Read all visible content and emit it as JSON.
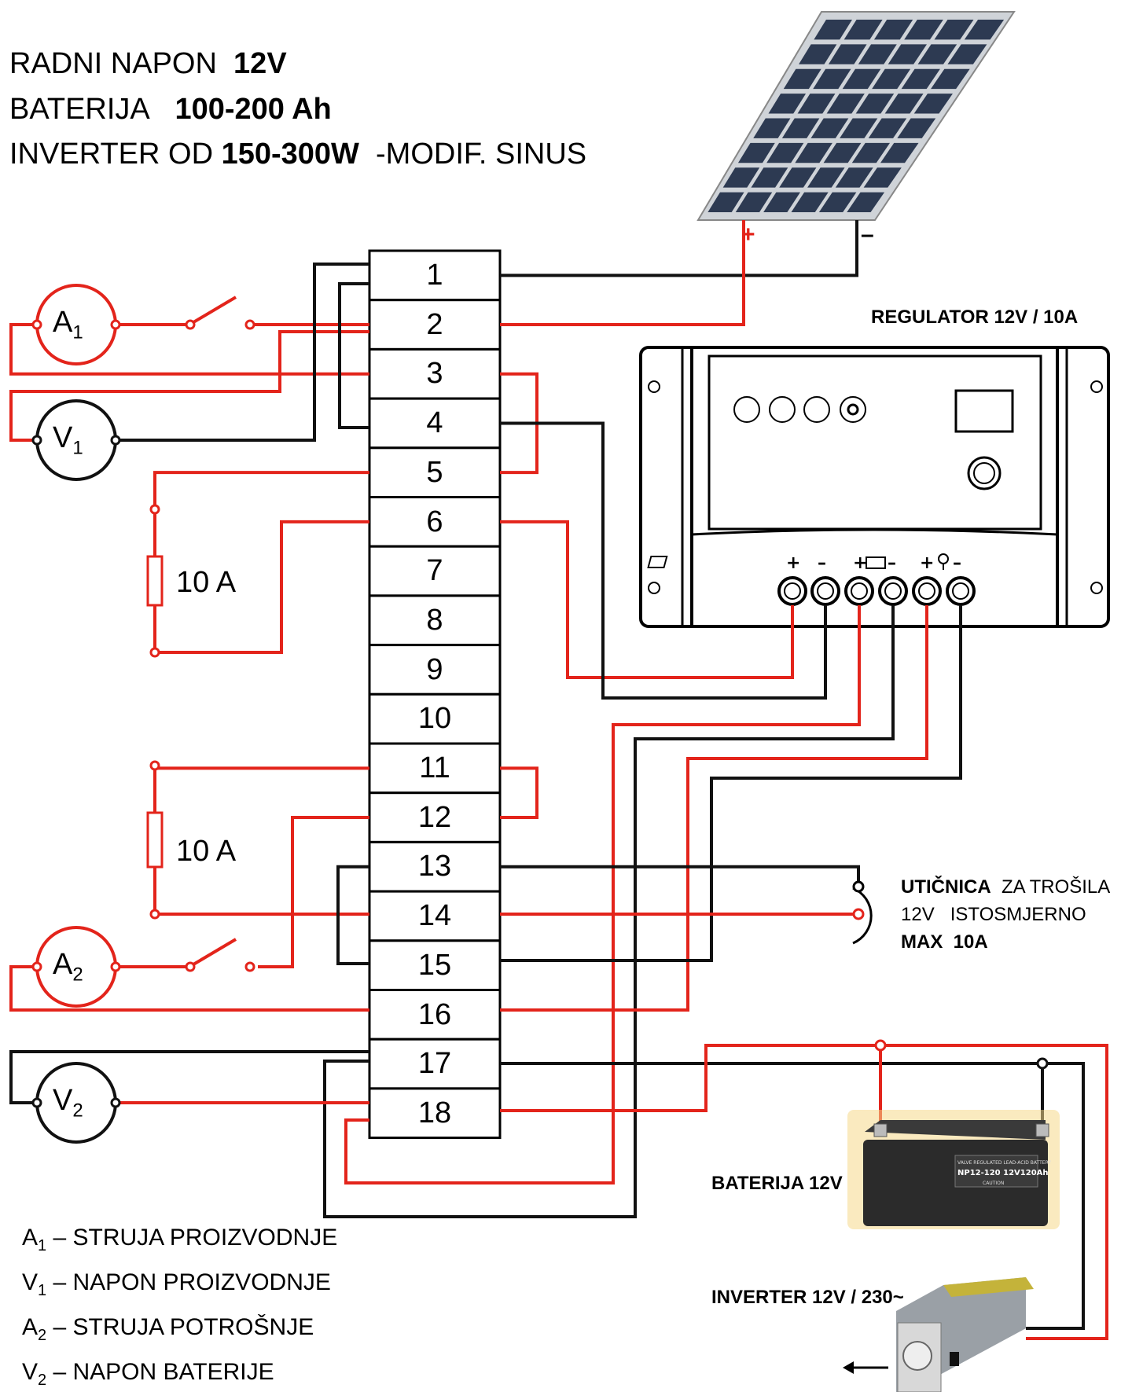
{
  "specs": {
    "line1": {
      "label": "RADNI NAPON",
      "value": "12V"
    },
    "line2": {
      "label": "BATERIJA",
      "value": "100-200 Ah"
    },
    "line3": {
      "label": "INVERTER OD",
      "value": "150-300W",
      "suffix": "-MODIF. SINUS"
    }
  },
  "terminals": [
    "1",
    "2",
    "3",
    "4",
    "5",
    "6",
    "7",
    "8",
    "9",
    "10",
    "11",
    "12",
    "13",
    "14",
    "15",
    "16",
    "17",
    "18"
  ],
  "solar": {
    "plus": "+",
    "minus": "–"
  },
  "regulator": {
    "title": "REGULATOR 12V / 10A"
  },
  "meters": {
    "a1": {
      "letter": "A",
      "sub": "1"
    },
    "v1": {
      "letter": "V",
      "sub": "1"
    },
    "a2": {
      "letter": "A",
      "sub": "2"
    },
    "v2": {
      "letter": "V",
      "sub": "2"
    }
  },
  "fuses": {
    "fuse1": "10 A",
    "fuse2": "10 A"
  },
  "socket": {
    "line1_bold": "UTIČNICA",
    "line1_rest": "ZA TROŠILA",
    "line2": "12V   ISTOSMJERNO",
    "line3": "MAX  10A"
  },
  "battery": {
    "label": "BATERIJA 12V",
    "model": "NP12-120 12V120Ah",
    "header": "VALVE REGULATED LEAD-ACID BATTERY",
    "caution": "CAUTION"
  },
  "inverter": {
    "label": "INVERTER 12V / 230~"
  },
  "legend": [
    {
      "sym": "A",
      "sub": "1",
      "text": "– STRUJA PROIZVODNJE"
    },
    {
      "sym": "V",
      "sub": "1",
      "text": "– NAPON PROIZVODNJE"
    },
    {
      "sym": "A",
      "sub": "2",
      "text": "– STRUJA POTROŠNJE"
    },
    {
      "sym": "V",
      "sub": "2",
      "text": "– NAPON BATERIJE"
    }
  ],
  "colors": {
    "red_wire": "#e3241b",
    "black_wire": "#111111",
    "panel_cell": "#2d3a52",
    "battery_body": "#2b2b2b"
  }
}
